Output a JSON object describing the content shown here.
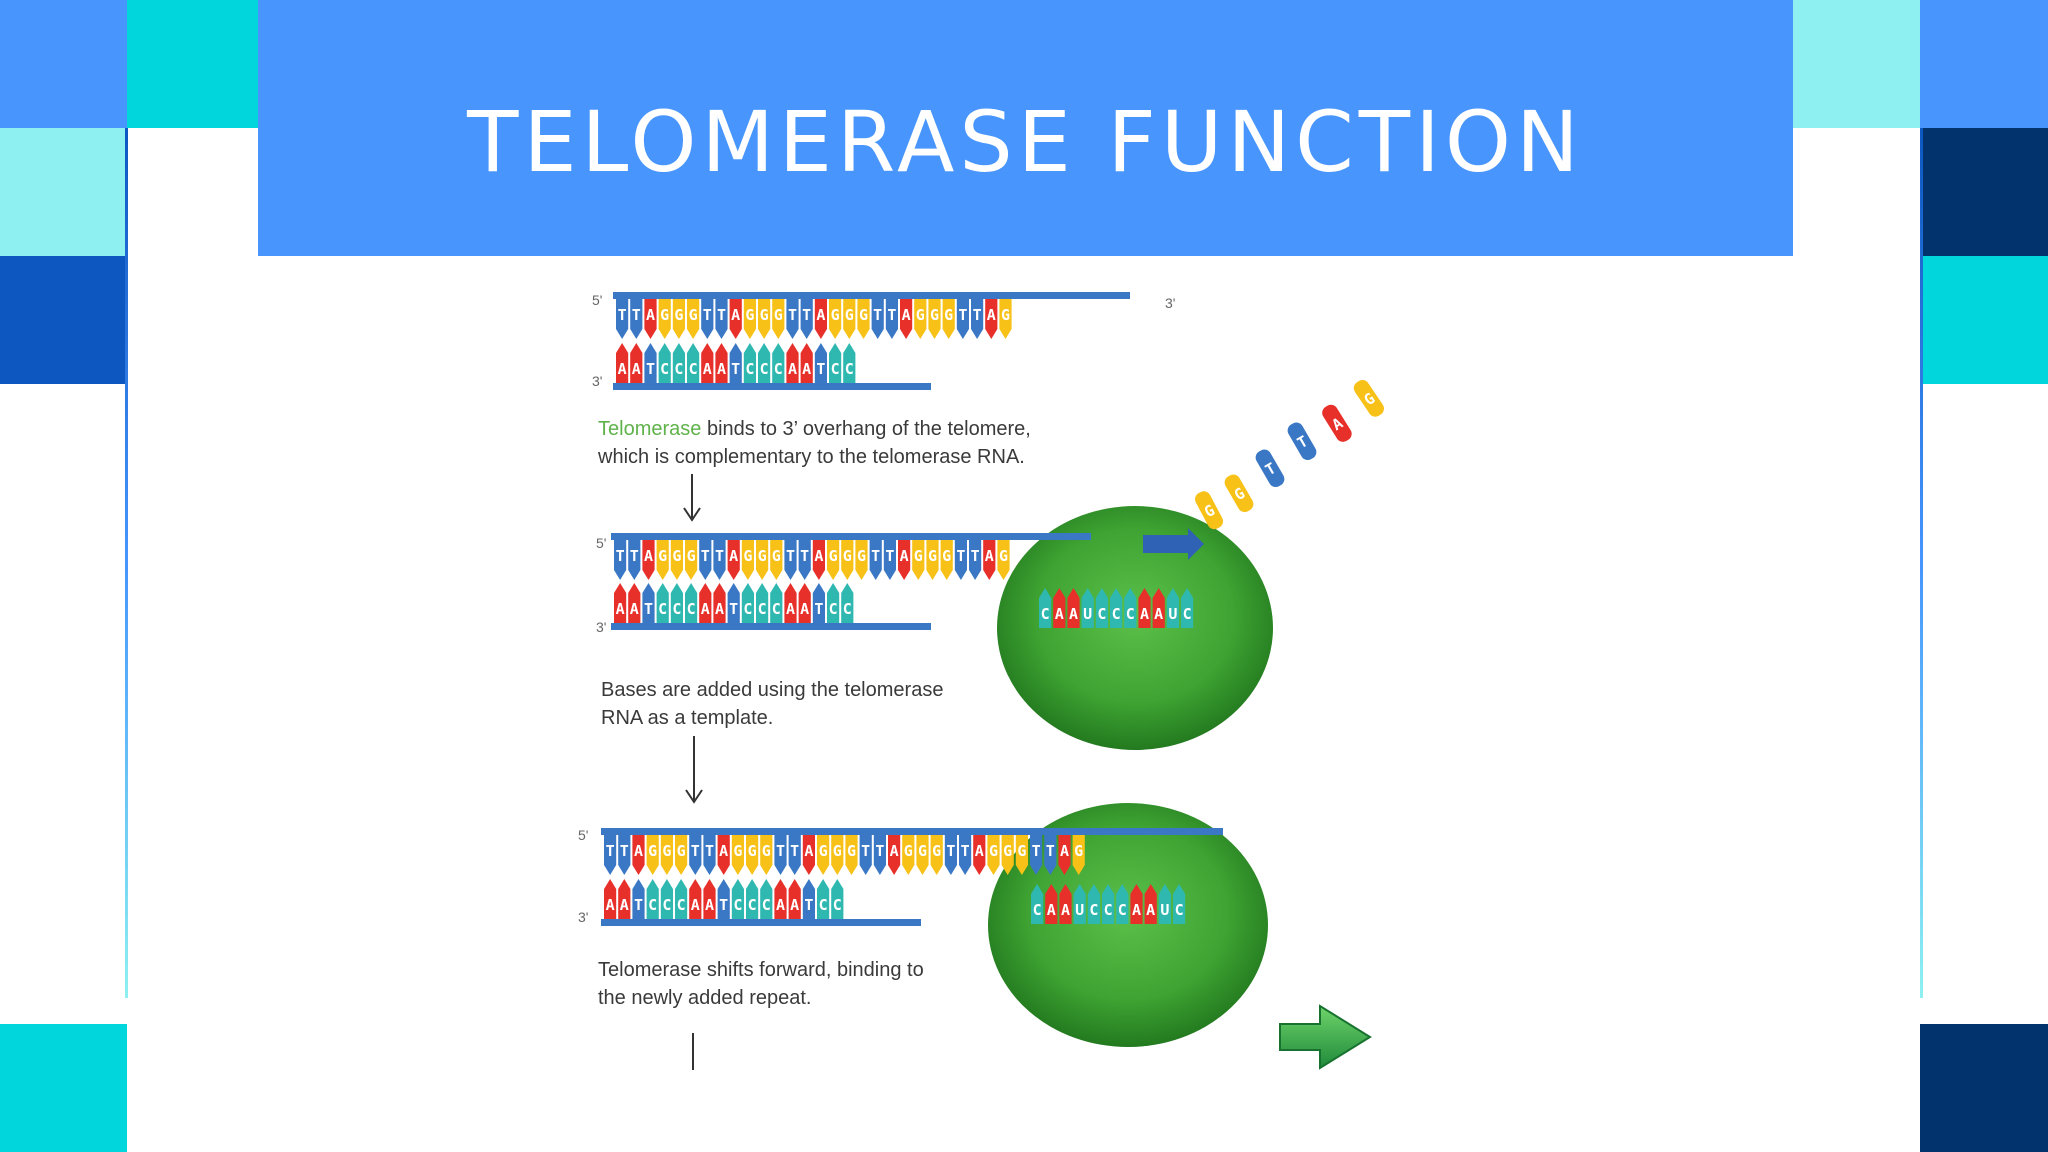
{
  "slide": {
    "title": "TELOMERASE FUNCTION"
  },
  "diagram": {
    "step1": {
      "caption_highlight": "Telomerase",
      "caption_rest_line1": " binds to 3’ overhang of the telomere,",
      "caption_line2": "which is complementary to the telomerase RNA."
    },
    "step2": {
      "caption_line1": "Bases are added using the telomerase",
      "caption_line2": "RNA as a template."
    },
    "step3": {
      "caption_line1": "Telomerase shifts forward, binding to",
      "caption_line2": "the newly added repeat."
    },
    "labels": {
      "five_prime": "5'",
      "three_prime": "3'"
    },
    "strands": {
      "top1": "TTAGGGTTAGGGTTAGGGTTAGGGTTAG",
      "bottom1": "AATCCCAATCCCAATCC",
      "top2": "TTAGGGTTAGGGTTAGGGTTAGGGTTAG",
      "bottom2": "AATCCCAATCCCAATCC",
      "rna2": "CAAUCCCAAUC",
      "top3": "TTAGGGTTAGGGTTAGGGTTAGGGTTAGGGTTAG",
      "bottom3": "AATCCCAATCCCAATCC",
      "rna3": "CAAUCCCAAUC",
      "free_bases": "GGTTAG"
    },
    "base_colors": {
      "A": "#e8302b",
      "G": "#f7c117",
      "T": "#3a78c5",
      "C": "#2fb8b0",
      "U": "#2fb8b0"
    }
  },
  "theme": {
    "title_bar": "#4795fd",
    "enzyme": "#3ea332",
    "backbone": "#3a78c5"
  }
}
